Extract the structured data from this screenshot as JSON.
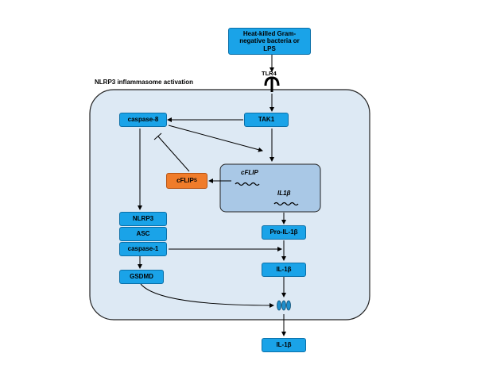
{
  "title": "NLRP3 inflammasome activation",
  "stimulus": "Heat-killed Gram-negative bacteria or LPS",
  "receptor": "TLR4",
  "nodes": {
    "tak1": "TAK1",
    "caspase8": "caspase-8",
    "cflips_base": "cFLIP",
    "cflips_sub": "S",
    "nlrp3": "NLRP3",
    "asc": "ASC",
    "caspase1": "caspase-1",
    "gsdmd": "GSDMD",
    "pro_il1b": "Pro-IL-1β",
    "il1b": "IL-1β",
    "il1b_out": "IL-1β"
  },
  "nucleus": {
    "gene1": "cFLIP",
    "gene2": "IL1β"
  },
  "colors": {
    "cell_fill": "#dde9f4",
    "box_blue": "#1aa3e8",
    "box_orange": "#f07c2a",
    "nucleus_fill": "#a9c8e6",
    "pore": "#1f8fcc"
  }
}
